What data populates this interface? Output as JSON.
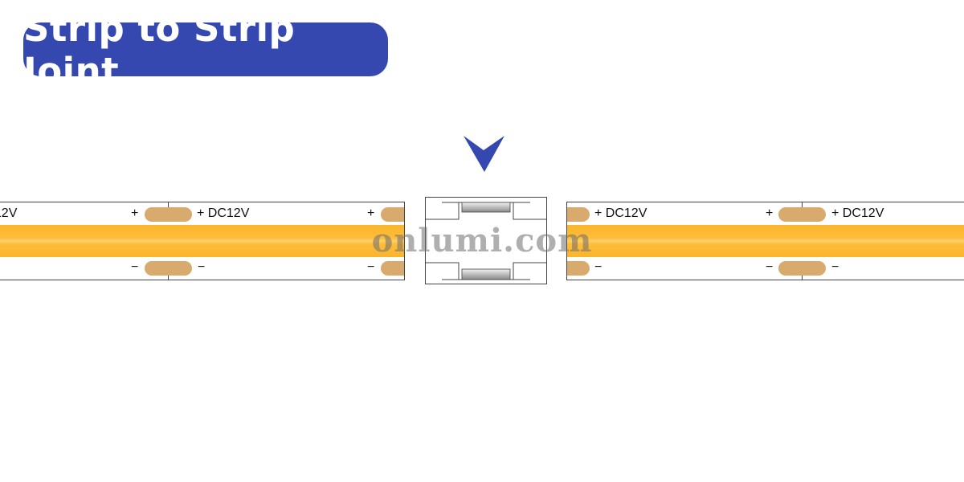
{
  "title": "Strip to Strip Joint",
  "labels": {
    "plus_voltage": "+ DC12V",
    "plus": "+",
    "minus": "−"
  },
  "watermark": "onlumi.com",
  "colors": {
    "title_bg": "#3448b0",
    "arrow": "#3448b0",
    "led_band": "#fbb52c",
    "solder_pad": "#d8aa6d"
  },
  "icons": {
    "arrow": "chevron-down-icon"
  }
}
